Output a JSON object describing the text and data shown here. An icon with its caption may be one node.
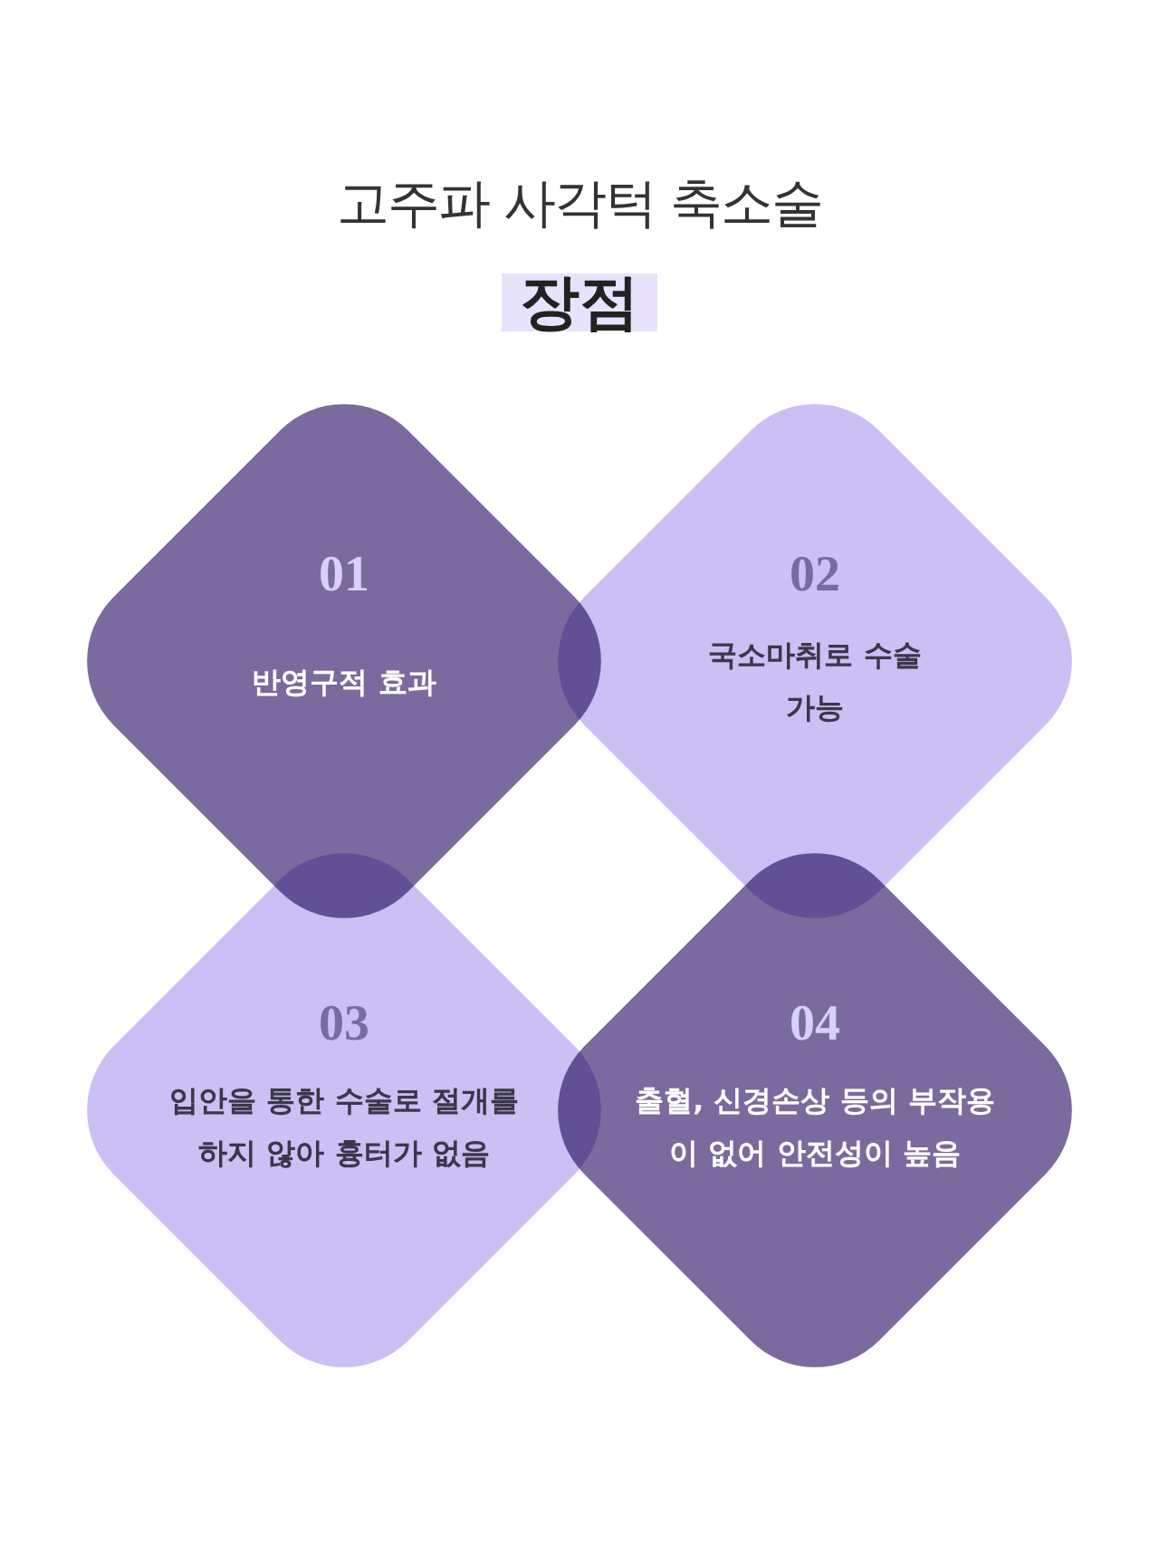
{
  "diagram": {
    "title": "고주파 사각턱 축소술",
    "nodes": [
      {
        "text": [
          "01",
          "반영구적 효과"
        ]
      },
      {
        "text": [
          "02",
          "국소마취로 수술 가능"
        ]
      },
      {
        "text": [
          "03",
          "입안을 통한 수술로 절개를 하지 않아 흉터가 없음"
        ]
      },
      {
        "text": [
          "04",
          "출혈, 신경손상 등의 부작용이 없어 안전성이 높음"
        ]
      }
    ],
    "labels": [
      "장점"
    ]
  }
}
